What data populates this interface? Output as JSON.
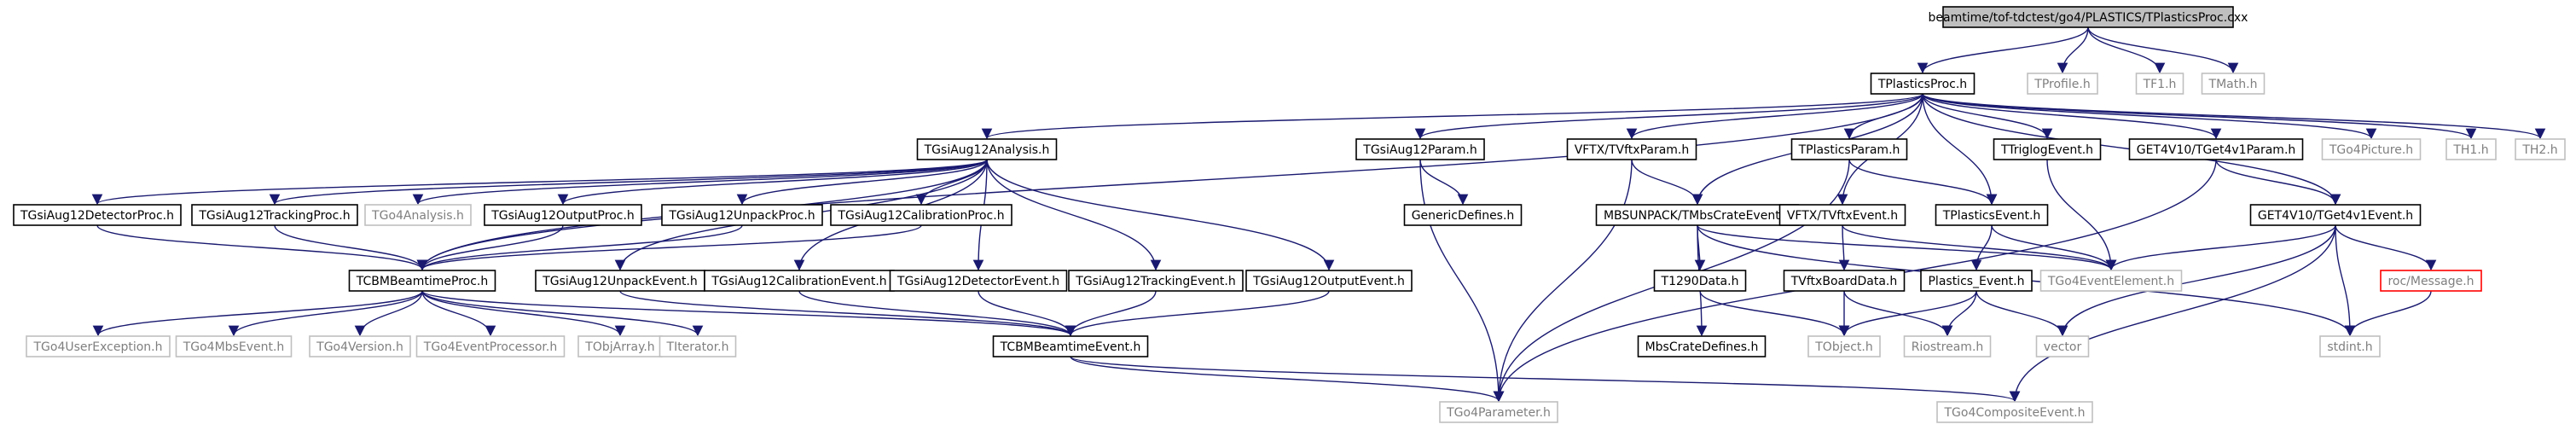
{
  "colors": {
    "root_fill": "#bfbfbf",
    "project_border": "#000000",
    "external_border": "#bfbfbf",
    "external_text": "#7f7f7f",
    "highlight_border": "#ff0000",
    "edge": "#191970"
  },
  "nodes": {
    "root": {
      "label": "beamtime/tof-tdctest/go4/PLASTICS/TPlasticsProc.cxx"
    },
    "tplasticsproc": {
      "label": "TPlasticsProc.h"
    },
    "tprofile": {
      "label": "TProfile.h"
    },
    "tf1": {
      "label": "TF1.h"
    },
    "tmath": {
      "label": "TMath.h"
    },
    "tgsianalysis": {
      "label": "TGsiAug12Analysis.h"
    },
    "tgsiparam": {
      "label": "TGsiAug12Param.h"
    },
    "vftxparam": {
      "label": "VFTX/TVftxParam.h"
    },
    "tplasticsparam": {
      "label": "TPlasticsParam.h"
    },
    "ttriglogevent": {
      "label": "TTriglogEvent.h"
    },
    "get4param": {
      "label": "GET4V10/TGet4v1Param.h"
    },
    "tgo4picture": {
      "label": "TGo4Picture.h"
    },
    "th1": {
      "label": "TH1.h"
    },
    "th2": {
      "label": "TH2.h"
    },
    "detectorproc": {
      "label": "TGsiAug12DetectorProc.h"
    },
    "trackingproc": {
      "label": "TGsiAug12TrackingProc.h"
    },
    "tgo4analysis": {
      "label": "TGo4Analysis.h"
    },
    "outputproc": {
      "label": "TGsiAug12OutputProc.h"
    },
    "unpackproc": {
      "label": "TGsiAug12UnpackProc.h"
    },
    "calibrationproc": {
      "label": "TGsiAug12CalibrationProc.h"
    },
    "genericdefines": {
      "label": "GenericDefines.h"
    },
    "mbscrateevent": {
      "label": "MBSUNPACK/TMbsCrateEvent.h"
    },
    "vftxevent": {
      "label": "VFTX/TVftxEvent.h"
    },
    "tplasticsevent": {
      "label": "TPlasticsEvent.h"
    },
    "get4event": {
      "label": "GET4V10/TGet4v1Event.h"
    },
    "tcbmbeamtimeproc": {
      "label": "TCBMBeamtimeProc.h"
    },
    "unpackevent": {
      "label": "TGsiAug12UnpackEvent.h"
    },
    "calibrationevent": {
      "label": "TGsiAug12CalibrationEvent.h"
    },
    "detectorevent": {
      "label": "TGsiAug12DetectorEvent.h"
    },
    "trackingevent": {
      "label": "TGsiAug12TrackingEvent.h"
    },
    "outputevent": {
      "label": "TGsiAug12OutputEvent.h"
    },
    "t1290data": {
      "label": "T1290Data.h"
    },
    "tvftxboarddata": {
      "label": "TVftxBoardData.h"
    },
    "plasticsevent": {
      "label": "Plastics_Event.h"
    },
    "tgo4eventelement": {
      "label": "TGo4EventElement.h"
    },
    "rocmessage": {
      "label": "roc/Message.h"
    },
    "usereexception": {
      "label": "TGo4UserException.h"
    },
    "mbsevent": {
      "label": "TGo4MbsEvent.h"
    },
    "tgo4version": {
      "label": "TGo4Version.h"
    },
    "eventprocessor": {
      "label": "TGo4EventProcessor.h"
    },
    "tobjarray": {
      "label": "TObjArray.h"
    },
    "titerator": {
      "label": "TIterator.h"
    },
    "tcbmbeamtimeevent": {
      "label": "TCBMBeamtimeEvent.h"
    },
    "mbscratedefines": {
      "label": "MbsCrateDefines.h"
    },
    "tobject": {
      "label": "TObject.h"
    },
    "riostream": {
      "label": "Riostream.h"
    },
    "vector": {
      "label": "vector"
    },
    "stdint": {
      "label": "stdint.h"
    },
    "tgo4parameter": {
      "label": "TGo4Parameter.h"
    },
    "compositeevent": {
      "label": "TGo4CompositeEvent.h"
    }
  }
}
